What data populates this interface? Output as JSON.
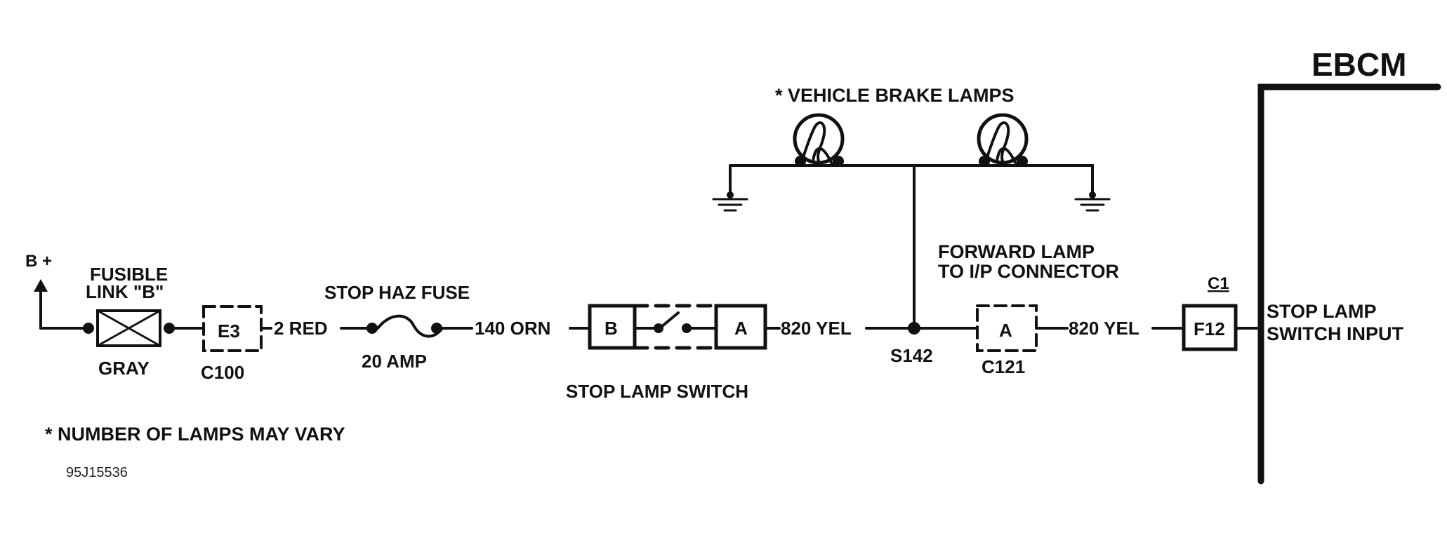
{
  "module": {
    "name": "EBCM"
  },
  "battery": {
    "label": "B +"
  },
  "fusible_link": {
    "label_line1": "FUSIBLE",
    "label_line2": "LINK \"B\"",
    "color": "GRAY"
  },
  "connector_c100": {
    "pin": "E3",
    "name": "C100"
  },
  "wire_2": {
    "label": "2 RED"
  },
  "fuse": {
    "title": "STOP HAZ FUSE",
    "rating": "20 AMP"
  },
  "wire_140": {
    "label": "140 ORN"
  },
  "stop_lamp_switch": {
    "pin_b": "B",
    "pin_a": "A",
    "label": "STOP LAMP SWITCH"
  },
  "wire_820_left": {
    "label": "820 YEL"
  },
  "splice": {
    "label": "S142"
  },
  "brake_lamps": {
    "label": "* VEHICLE BRAKE LAMPS"
  },
  "forward_lamp": {
    "line1": "FORWARD LAMP",
    "line2": "TO I/P CONNECTOR"
  },
  "connector_c121": {
    "pin": "A",
    "name": "C121"
  },
  "wire_820_right": {
    "label": "820 YEL"
  },
  "ebcm_connector": {
    "name": "C1",
    "pin": "F12",
    "input_line1": "STOP LAMP",
    "input_line2": "SWITCH INPUT"
  },
  "footnote": "* NUMBER OF LAMPS MAY VARY",
  "figure_id": "95J15536"
}
